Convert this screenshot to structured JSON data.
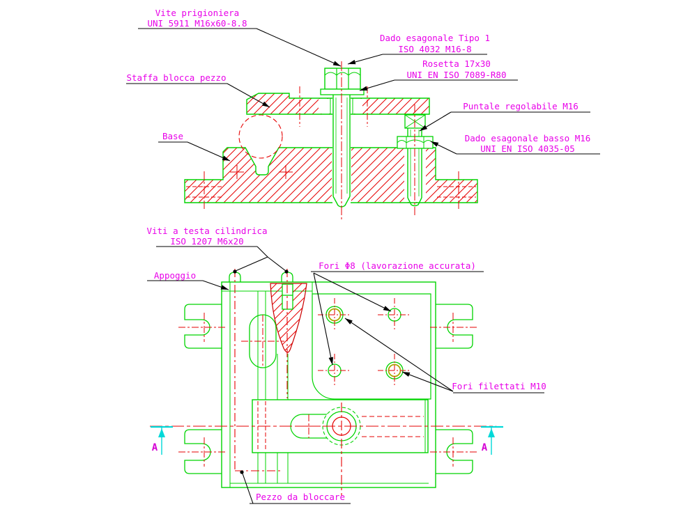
{
  "title": "Disegno tecnico CAD - staffa di bloccaggio (vista in sezione e pianta)",
  "colors": {
    "outline_green": "#00d400",
    "centerline_red": "#e60000",
    "annotation_magenta": "#e800e8",
    "leader_black": "#000000",
    "section_cyan": "#00d9d9",
    "thread_olive": "#a8a800",
    "background": "#ffffff"
  },
  "annotations": {
    "vite_prigioniera": {
      "line1": "Vite prigioniera",
      "line2": "UNI 5911 M16x60-8.8"
    },
    "dado_esagonale_tipo1": {
      "line1": "Dado esagonale Tipo 1",
      "line2": "ISO 4032 M16-8"
    },
    "rosetta": {
      "line1": "Rosetta 17x30",
      "line2": "UNI EN ISO 7089-R80"
    },
    "staffa_blocca_pezzo": {
      "line1": "Staffa blocca pezzo"
    },
    "puntale_regolabile": {
      "line1": "Puntale regolabile M16"
    },
    "base": {
      "line1": "Base"
    },
    "dado_esagonale_basso": {
      "line1": "Dado esagonale basso M16",
      "line2": "UNI EN ISO 4035-05"
    },
    "viti_testa_cilindrica": {
      "line1": "Viti a testa cilindrica",
      "line2": "ISO 1207 M6x20"
    },
    "appoggio": {
      "line1": "Appoggio"
    },
    "fori_8": {
      "line1": "Fori Φ8 (lavorazione accurata)"
    },
    "fori_filettati": {
      "line1": "Fori filettati M10"
    },
    "pezzo_da_bloccare": {
      "line1": "Pezzo da bloccare"
    },
    "section_label_left": "A",
    "section_label_right": "A"
  }
}
